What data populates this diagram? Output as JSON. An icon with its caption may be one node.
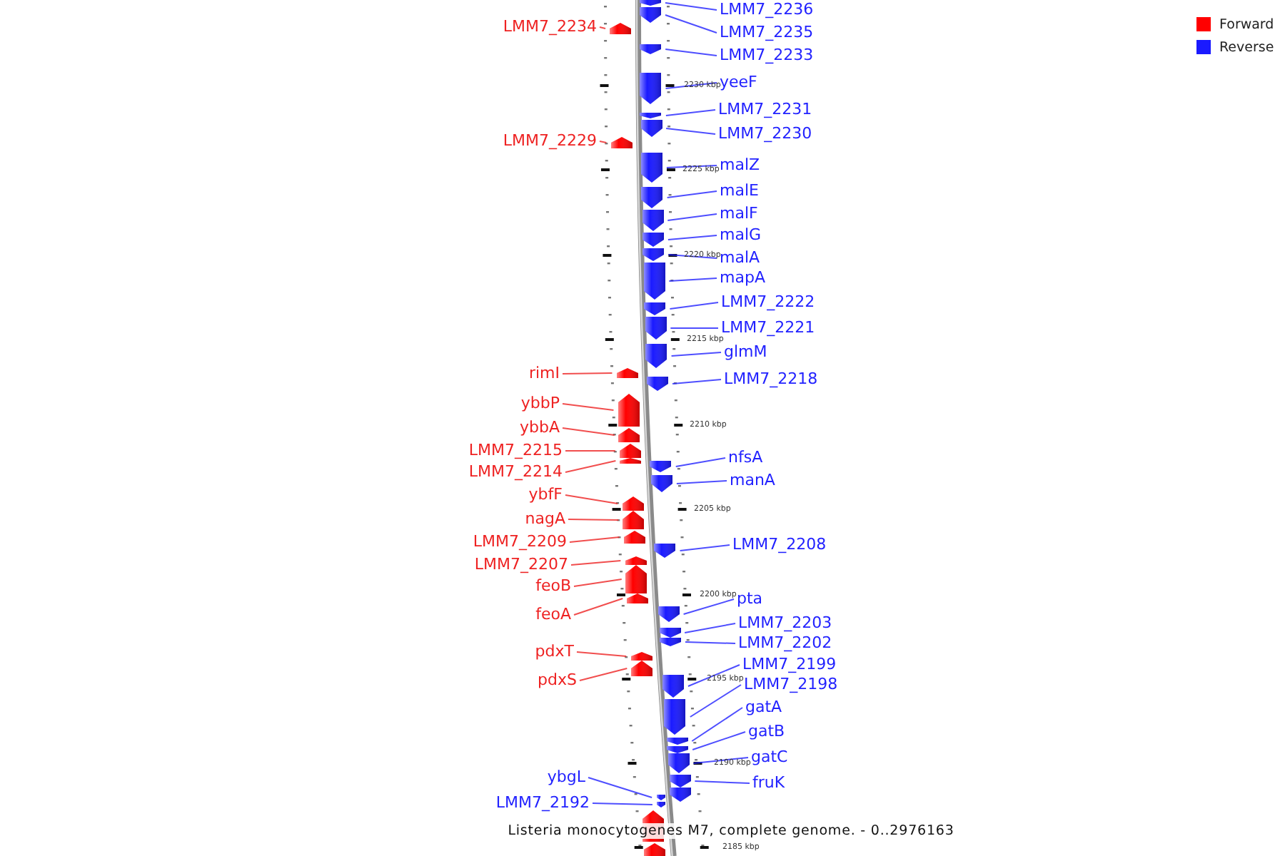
{
  "diagram": {
    "caption": "Listeria monocytogenes M7, complete genome. - 0..2976163",
    "nodes": [
      {
        "text": [
          "LMM7_2236"
        ]
      },
      {
        "text": [
          "LMM7_2235"
        ]
      },
      {
        "text": [
          "LMM7_2233"
        ]
      },
      {
        "text": [
          "yeeF"
        ]
      },
      {
        "text": [
          "LMM7_2231"
        ]
      },
      {
        "text": [
          "LMM7_2230"
        ]
      },
      {
        "text": [
          "malZ"
        ]
      },
      {
        "text": [
          "malE"
        ]
      },
      {
        "text": [
          "malF"
        ]
      },
      {
        "text": [
          "malG"
        ]
      },
      {
        "text": [
          "malA"
        ]
      },
      {
        "text": [
          "mapA"
        ]
      },
      {
        "text": [
          "LMM7_2222"
        ]
      },
      {
        "text": [
          "LMM7_2221"
        ]
      },
      {
        "text": [
          "glmM"
        ]
      },
      {
        "text": [
          "LMM7_2218"
        ]
      },
      {
        "text": [
          "LMM7_2234"
        ]
      },
      {
        "text": [
          "LMM7_2229"
        ]
      },
      {
        "text": [
          "rimI"
        ]
      },
      {
        "text": [
          "ybbP"
        ]
      },
      {
        "text": [
          "ybbA"
        ]
      },
      {
        "text": [
          "LMM7_2215"
        ]
      },
      {
        "text": [
          "LMM7_2214"
        ]
      },
      {
        "text": [
          "ybfF"
        ]
      },
      {
        "text": [
          "nagA"
        ]
      },
      {
        "text": [
          "LMM7_2209"
        ]
      },
      {
        "text": [
          "LMM7_2207"
        ]
      },
      {
        "text": [
          "feoB"
        ]
      },
      {
        "text": [
          "feoA"
        ]
      },
      {
        "text": [
          "pdxT"
        ]
      },
      {
        "text": [
          "pdxS"
        ]
      },
      {
        "text": [
          "nfsA"
        ]
      },
      {
        "text": [
          "manA"
        ]
      },
      {
        "text": [
          "LMM7_2208"
        ]
      },
      {
        "text": [
          "pta"
        ]
      },
      {
        "text": [
          "LMM7_2203"
        ]
      },
      {
        "text": [
          "LMM7_2202"
        ]
      },
      {
        "text": [
          "LMM7_2199"
        ]
      },
      {
        "text": [
          "LMM7_2198"
        ]
      },
      {
        "text": [
          "gatA"
        ]
      },
      {
        "text": [
          "gatB"
        ]
      },
      {
        "text": [
          "gatC"
        ]
      },
      {
        "text": [
          "fruK"
        ]
      },
      {
        "text": [
          "ybgL"
        ]
      },
      {
        "text": [
          "LMM7_2192"
        ]
      },
      {
        "text": [],
        "shape": "arrow"
      },
      {
        "text": [],
        "shape": "arrow"
      },
      {
        "text": [],
        "shape": "arrow"
      },
      {
        "text": [],
        "shape": "arrow"
      },
      {
        "text": [],
        "shape": "arrow"
      },
      {
        "text": [],
        "shape": "arrow"
      },
      {
        "text": [],
        "shape": "arrow"
      },
      {
        "text": [],
        "shape": "arrow"
      },
      {
        "text": [],
        "shape": "arrow"
      },
      {
        "text": [],
        "shape": "arrow"
      },
      {
        "text": [],
        "shape": "arrow"
      },
      {
        "text": [],
        "shape": "arrow"
      },
      {
        "text": [],
        "shape": "arrow"
      },
      {
        "text": [],
        "shape": "arrow"
      },
      {
        "text": [],
        "shape": "arrow"
      },
      {
        "text": [],
        "shape": "arrow"
      },
      {
        "text": [],
        "shape": "arrow"
      },
      {
        "text": [],
        "shape": "arrow"
      },
      {
        "text": [],
        "shape": "arrow"
      },
      {
        "text": [],
        "shape": "arrow"
      },
      {
        "text": [],
        "shape": "arrow"
      },
      {
        "text": [],
        "shape": "arrow"
      },
      {
        "text": [],
        "shape": "arrow"
      },
      {
        "text": [],
        "shape": "arrow"
      },
      {
        "text": [],
        "shape": "arrow"
      },
      {
        "text": [],
        "shape": "arrow"
      },
      {
        "text": [],
        "shape": "arrow"
      },
      {
        "text": [],
        "shape": "arrow"
      },
      {
        "text": [],
        "shape": "arrow"
      },
      {
        "text": [],
        "shape": "arrow"
      },
      {
        "text": [],
        "shape": "arrow"
      },
      {
        "text": [],
        "shape": "arrow"
      },
      {
        "text": [],
        "shape": "arrow"
      },
      {
        "text": [],
        "shape": "arrow"
      },
      {
        "text": [],
        "shape": "arrow"
      },
      {
        "text": [],
        "shape": "arrow"
      },
      {
        "text": [],
        "shape": "arrow"
      },
      {
        "text": [],
        "shape": "arrow"
      },
      {
        "text": [],
        "shape": "arrow"
      },
      {
        "text": [],
        "shape": "arrow"
      },
      {
        "text": [],
        "shape": "arrow"
      },
      {
        "text": [],
        "shape": "arrow"
      },
      {
        "text": [],
        "shape": "arrow"
      },
      {
        "text": [],
        "shape": "arrow"
      },
      {
        "text": [],
        "shape": "arrow"
      },
      {
        "text": [],
        "shape": "arrow"
      },
      {
        "text": [],
        "shape": "arrow"
      },
      {
        "text": [],
        "shape": "arrow"
      }
    ],
    "edges": [
      {
        "from": 0,
        "to": 45,
        "arrow": "none"
      },
      {
        "from": 1,
        "to": 46,
        "arrow": "none"
      },
      {
        "from": 2,
        "to": 48,
        "arrow": "none"
      },
      {
        "from": 3,
        "to": 49,
        "arrow": "none"
      },
      {
        "from": 4,
        "to": 50,
        "arrow": "none"
      },
      {
        "from": 5,
        "to": 51,
        "arrow": "none"
      },
      {
        "from": 6,
        "to": 53,
        "arrow": "none"
      },
      {
        "from": 7,
        "to": 54,
        "arrow": "none"
      },
      {
        "from": 8,
        "to": 55,
        "arrow": "none"
      },
      {
        "from": 9,
        "to": 56,
        "arrow": "none"
      },
      {
        "from": 10,
        "to": 57,
        "arrow": "none"
      },
      {
        "from": 11,
        "to": 58,
        "arrow": "none"
      },
      {
        "from": 12,
        "to": 59,
        "arrow": "none"
      },
      {
        "from": 13,
        "to": 60,
        "arrow": "none"
      },
      {
        "from": 14,
        "to": 61,
        "arrow": "none"
      },
      {
        "from": 15,
        "to": 63,
        "arrow": "none"
      },
      {
        "from": 16,
        "to": 47,
        "arrow": "none",
        "color": "#ee2222"
      },
      {
        "from": 17,
        "to": 52,
        "arrow": "none",
        "color": "#ee2222"
      },
      {
        "from": 18,
        "to": 62,
        "arrow": "none",
        "color": "#ee2222"
      },
      {
        "from": 19,
        "to": 64,
        "arrow": "none",
        "color": "#ee2222"
      },
      {
        "from": 20,
        "to": 65,
        "arrow": "none",
        "color": "#ee2222"
      },
      {
        "from": 21,
        "to": 66,
        "arrow": "none",
        "color": "#ee2222"
      },
      {
        "from": 22,
        "to": 67,
        "arrow": "none",
        "color": "#ee2222"
      },
      {
        "from": 23,
        "to": 70,
        "arrow": "none",
        "color": "#ee2222"
      },
      {
        "from": 24,
        "to": 71,
        "arrow": "none",
        "color": "#ee2222"
      },
      {
        "from": 25,
        "to": 72,
        "arrow": "none",
        "color": "#ee2222"
      },
      {
        "from": 26,
        "to": 74,
        "arrow": "none",
        "color": "#ee2222"
      },
      {
        "from": 27,
        "to": 75,
        "arrow": "none",
        "color": "#ee2222"
      },
      {
        "from": 28,
        "to": 76,
        "arrow": "none",
        "color": "#ee2222"
      },
      {
        "from": 29,
        "to": 80,
        "arrow": "none",
        "color": "#ee2222"
      },
      {
        "from": 30,
        "to": 81,
        "arrow": "none",
        "color": "#ee2222"
      },
      {
        "from": 31,
        "to": 68,
        "arrow": "none"
      },
      {
        "from": 32,
        "to": 69,
        "arrow": "none"
      },
      {
        "from": 33,
        "to": 73,
        "arrow": "none"
      },
      {
        "from": 34,
        "to": 77,
        "arrow": "none"
      },
      {
        "from": 35,
        "to": 78,
        "arrow": "none"
      },
      {
        "from": 36,
        "to": 79,
        "arrow": "none"
      },
      {
        "from": 37,
        "to": 82,
        "arrow": "none"
      },
      {
        "from": 38,
        "to": 83,
        "arrow": "none"
      },
      {
        "from": 39,
        "to": 84,
        "arrow": "none"
      },
      {
        "from": 40,
        "to": 85,
        "arrow": "none"
      },
      {
        "from": 41,
        "to": 86,
        "arrow": "none"
      },
      {
        "from": 42,
        "to": 87,
        "arrow": "none"
      },
      {
        "from": 43,
        "to": 89,
        "arrow": "none"
      },
      {
        "from": 44,
        "to": 90,
        "arrow": "none"
      }
    ],
    "labels": [
      "2230 kbp",
      "2225 kbp",
      "2220 kbp",
      "2215 kbp",
      "2210 kbp",
      "2205 kbp",
      "2200 kbp",
      "2195 kbp",
      "2190 kbp",
      "2185 kbp"
    ],
    "legend": [
      {
        "text": "Forward",
        "color": "#ff0000"
      },
      {
        "text": "Reverse",
        "color": "#1a1aff"
      }
    ]
  }
}
